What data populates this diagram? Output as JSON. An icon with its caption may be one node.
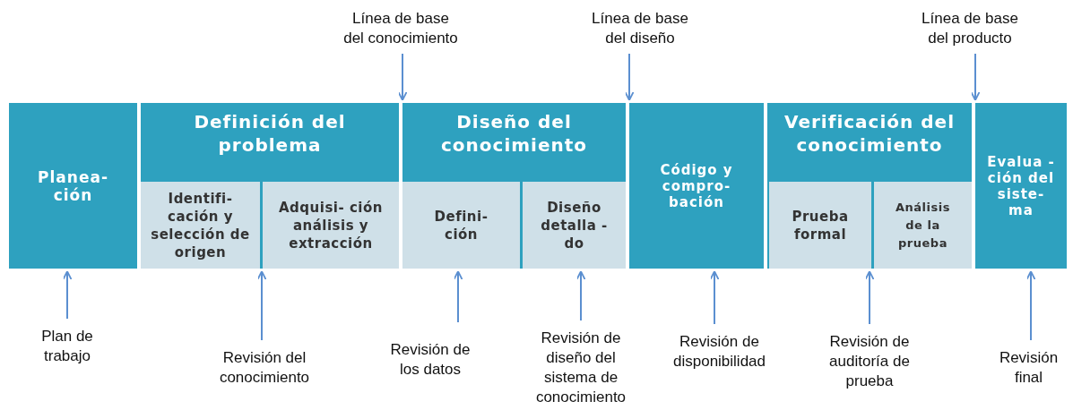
{
  "diagram": {
    "nodes": [
      {
        "text": [
          "Planea- ción"
        ]
      },
      {
        "text": [
          "Definición del problema"
        ]
      },
      {
        "text": [
          "Identifi- cación y selección de origen"
        ],
        "in": 1
      },
      {
        "text": [
          "Adquisi- ción análisis y extracción"
        ],
        "in": 1
      },
      {
        "text": [
          "Diseño del conocimiento"
        ]
      },
      {
        "text": [
          "Defini- ción"
        ],
        "in": 4
      },
      {
        "text": [
          "Diseño detalla -do"
        ],
        "in": 4
      },
      {
        "text": [
          "Código y compro- bación"
        ]
      },
      {
        "text": [
          "Verificación del conocimiento"
        ]
      },
      {
        "text": [
          "Prueba formal"
        ],
        "in": 8
      },
      {
        "text": [
          "Análisis de la prueba"
        ],
        "in": 8
      },
      {
        "text": [
          "Evalua -ción del siste- ma"
        ]
      },
      {
        "text": [
          "Línea de base del conocimiento"
        ]
      },
      {
        "text": [
          "Línea de base del diseño"
        ]
      },
      {
        "text": [
          "Línea de base del producto"
        ]
      },
      {
        "text": [
          "Plan de trabajo"
        ]
      },
      {
        "text": [
          "Revisión del conocimiento"
        ]
      },
      {
        "text": [
          "Revisión de los datos"
        ]
      },
      {
        "text": [
          "Revisión de diseño del sistema de conocimiento"
        ]
      },
      {
        "text": [
          "Revisión de disponibilidad"
        ]
      },
      {
        "text": [
          "Revisión de auditoría de prueba"
        ]
      },
      {
        "text": [
          "Revisión final"
        ]
      }
    ],
    "edges": [
      {
        "from": 12,
        "to": 4,
        "arrow": "to"
      },
      {
        "from": 13,
        "to": 7,
        "arrow": "to"
      },
      {
        "from": 14,
        "to": 11,
        "arrow": "to"
      },
      {
        "from": 15,
        "to": 0,
        "arrow": "to"
      },
      {
        "from": 16,
        "to": 1,
        "arrow": "to"
      },
      {
        "from": 17,
        "to": 5,
        "arrow": "to"
      },
      {
        "from": 18,
        "to": 6,
        "arrow": "to"
      },
      {
        "from": 19,
        "to": 7,
        "arrow": "to"
      },
      {
        "from": 20,
        "to": 8,
        "arrow": "to"
      },
      {
        "from": 21,
        "to": 11,
        "arrow": "to"
      }
    ]
  }
}
